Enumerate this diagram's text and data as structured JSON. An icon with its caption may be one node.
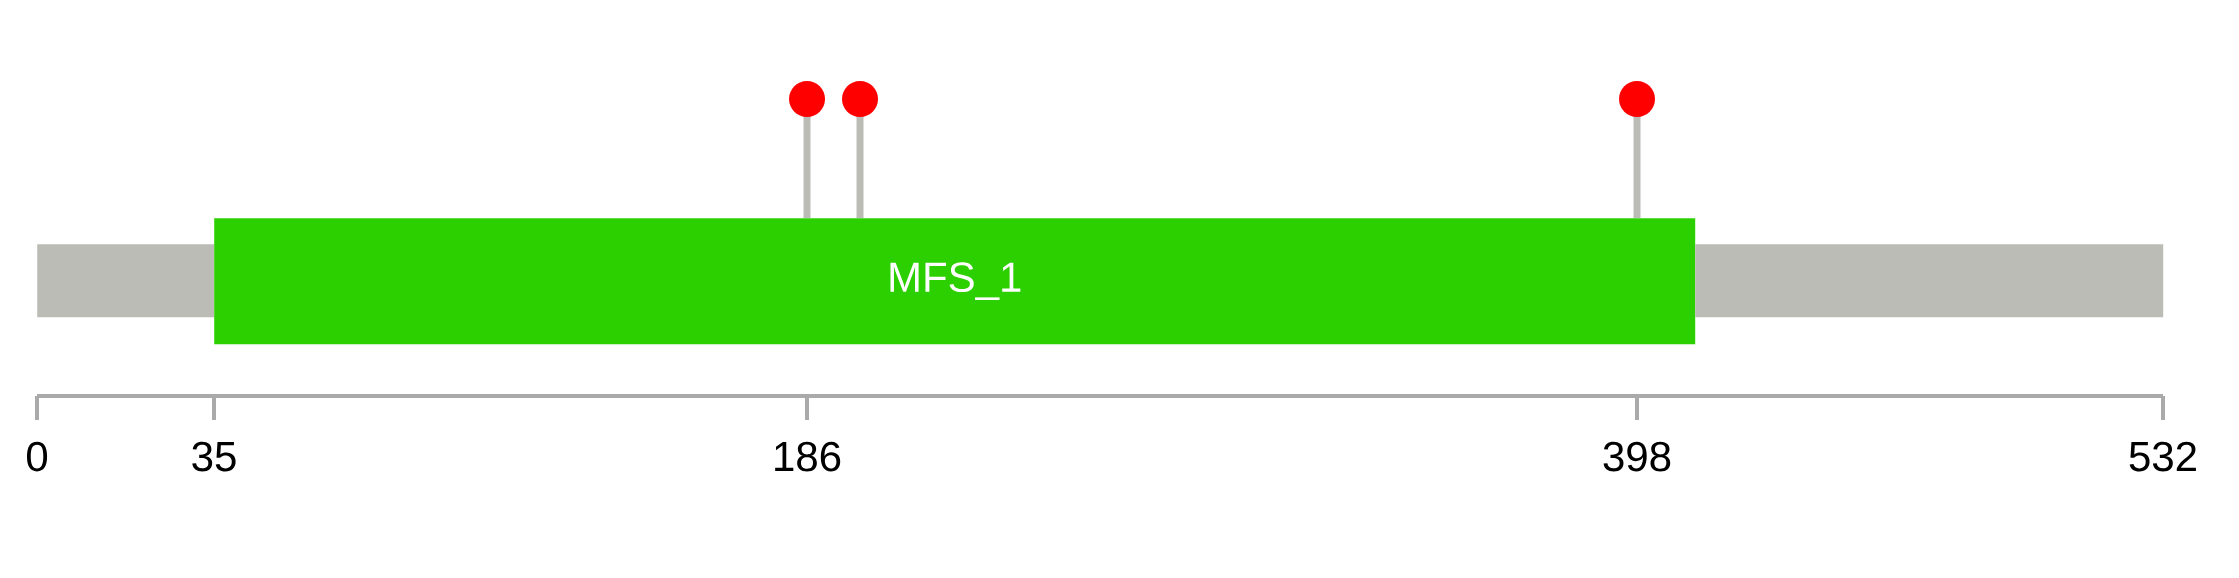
{
  "diagram": {
    "nodes": [
      {
        "text": [],
        "shape": "bar"
      },
      {
        "text": [
          "MFS_1"
        ]
      },
      {
        "text": [],
        "shape": "bar"
      }
    ],
    "labels": [
      "0",
      "35",
      "186",
      "398",
      "532"
    ]
  }
}
